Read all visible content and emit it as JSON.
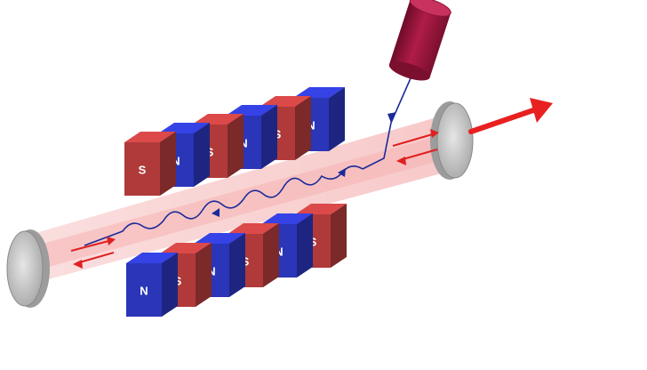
{
  "colors": {
    "north": "#2a35b8",
    "south": "#b03a3a",
    "beam": "#f7c9c9",
    "electron": "#1a2a9a",
    "arrow": "#e02020",
    "mirror": "#c9c9c9",
    "gun": "#a3173f"
  },
  "magnets": {
    "top": [
      "S",
      "N",
      "S",
      "N",
      "S",
      "N"
    ],
    "bottom": [
      "N",
      "S",
      "N",
      "S",
      "N",
      "S"
    ]
  },
  "icons": {
    "mirror_left": "mirror-disc",
    "mirror_right": "mirror-disc",
    "electron_gun": "cylinder",
    "output": "arrow-right"
  }
}
